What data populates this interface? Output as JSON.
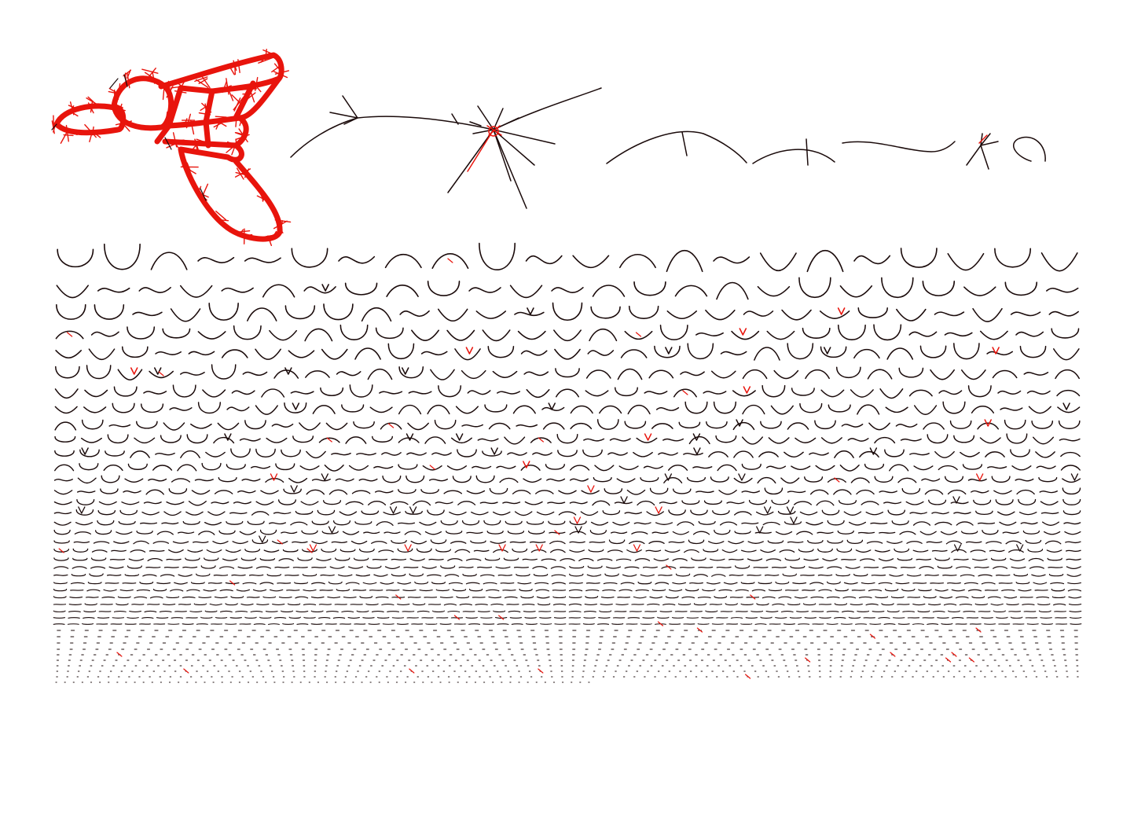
{
  "diagram": {
    "type": "graph-component-gallery",
    "colors": {
      "background": "#ffffff",
      "edge": "#1a0a0a",
      "highlight": "#e8140c"
    },
    "grid": {
      "row_count": 40,
      "row_columns": [
        22,
        25,
        27,
        29,
        31,
        33,
        35,
        36,
        38,
        39,
        41,
        42,
        44,
        45,
        46,
        47,
        48,
        50,
        52,
        54,
        55,
        56,
        58,
        60,
        62,
        64,
        66,
        68,
        70,
        72,
        74,
        76,
        78,
        80,
        84,
        88,
        92,
        96,
        100,
        62
      ],
      "style": "curved-strokes-shrinking-to-dots"
    }
  }
}
